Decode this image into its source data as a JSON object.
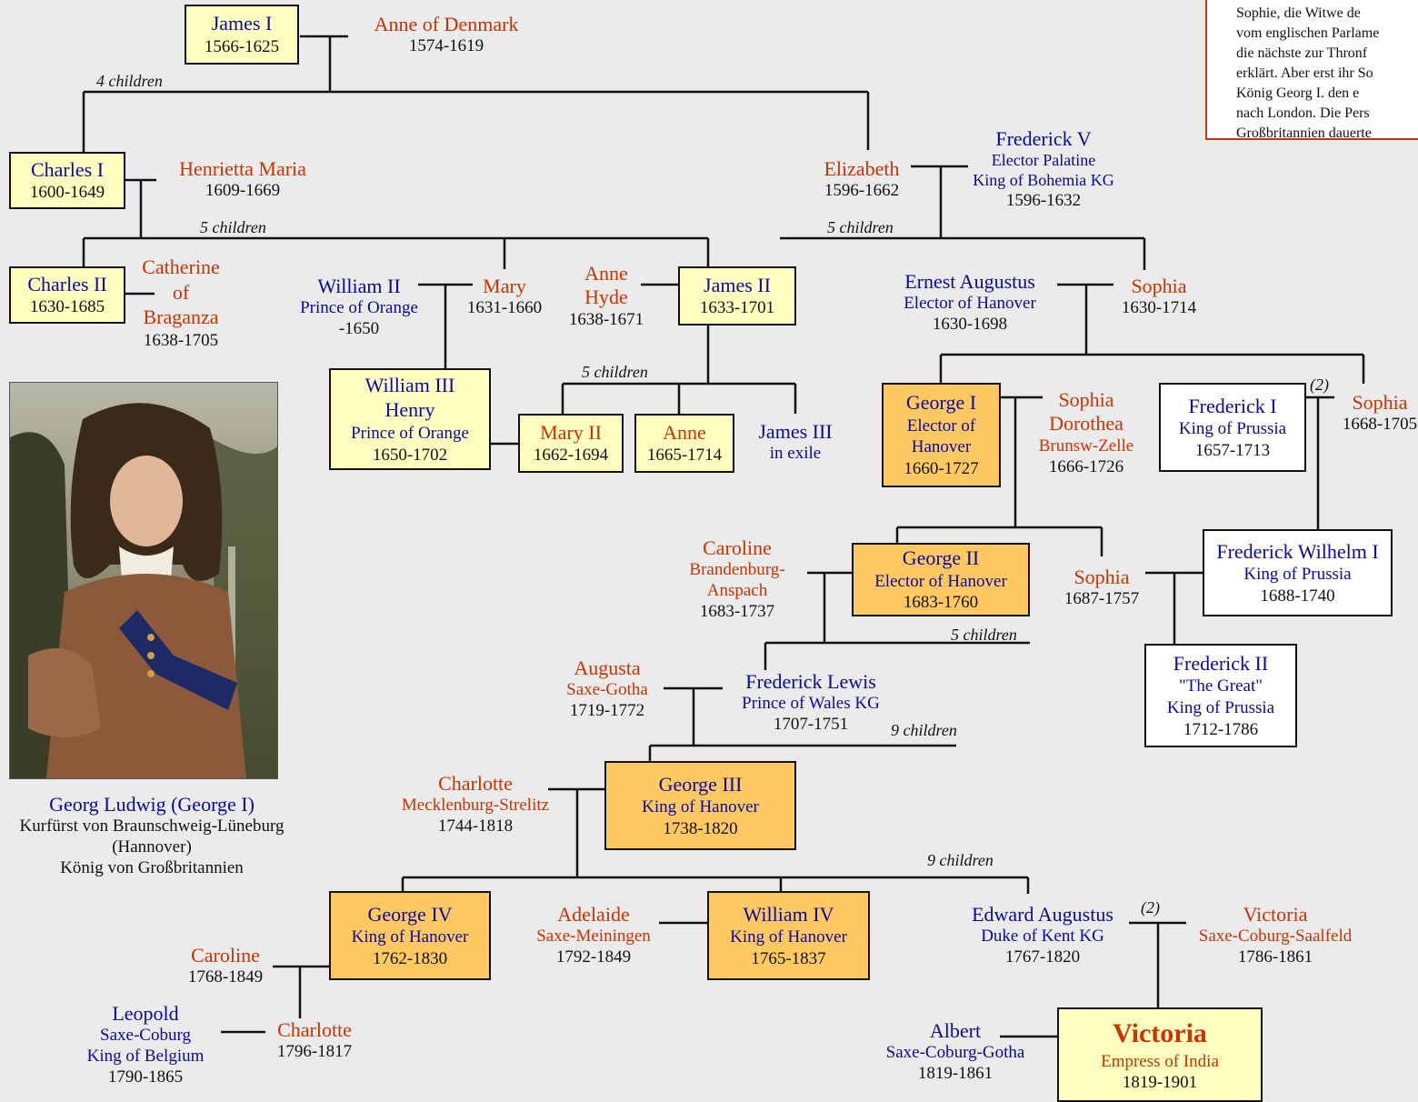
{
  "note": {
    "lines": [
      "Sophie, die Witwe de",
      "vom englischen Parlame",
      "die nächste zur Thronf",
      "erklärt. Aber erst ihr So",
      "König Georg I. den e",
      "nach London. Die Pers",
      "Großbritannien dauerte"
    ]
  },
  "people": {
    "james1": {
      "name": "James I",
      "dates": "1566-1625"
    },
    "anne_denmark": {
      "name": "Anne of Denmark",
      "dates": "1574-1619"
    },
    "charles1": {
      "name": "Charles I",
      "dates": "1600-1649"
    },
    "henrietta": {
      "name": "Henrietta Maria",
      "dates": "1609-1669"
    },
    "elizabeth": {
      "name": "Elizabeth",
      "dates": "1596-1662"
    },
    "frederick5": {
      "name": "Frederick V",
      "title1": "Elector Palatine",
      "title2": "King of Bohemia KG",
      "dates": "1596-1632"
    },
    "charles2": {
      "name": "Charles II",
      "dates": "1630-1685"
    },
    "catherine": {
      "l1": "Catherine",
      "l2": "of",
      "l3": "Braganza",
      "dates": "1638-1705"
    },
    "william2": {
      "name": "William II",
      "title": "Prince of Orange",
      "dates": "-1650"
    },
    "mary": {
      "name": "Mary",
      "dates": "1631-1660"
    },
    "anne_hyde": {
      "l1": "Anne",
      "l2": "Hyde",
      "dates": "1638-1671"
    },
    "james2": {
      "name": "James II",
      "dates": "1633-1701"
    },
    "ernest": {
      "name": "Ernest Augustus",
      "title": "Elector of Hanover",
      "dates": "1630-1698"
    },
    "sophia_h": {
      "name": "Sophia",
      "dates": "1630-1714"
    },
    "william3": {
      "l1": "William III",
      "l2": "Henry",
      "title": "Prince of Orange",
      "dates": "1650-1702"
    },
    "mary2": {
      "name": "Mary II",
      "dates": "1662-1694"
    },
    "anne": {
      "name": "Anne",
      "dates": "1665-1714"
    },
    "james3": {
      "name": "James III",
      "note": "in exile"
    },
    "george1": {
      "name": "George I",
      "title1": "Elector of",
      "title2": "Hanover",
      "dates": "1660-1727"
    },
    "sophia_dorothea": {
      "l1": "Sophia",
      "l2": "Dorothea",
      "title": "Brunsw-Zelle",
      "dates": "1666-1726"
    },
    "frederick1": {
      "name": "Frederick I",
      "title": "King of Prussia",
      "dates": "1657-1713"
    },
    "sophia_charlotte": {
      "name": "Sophia",
      "dates": "1668-1705"
    },
    "caroline_ba": {
      "name": "Caroline",
      "title1": "Brandenburg-",
      "title2": "Anspach",
      "dates": "1683-1737"
    },
    "george2": {
      "name": "George II",
      "title": "Elector of Hanover",
      "dates": "1683-1760"
    },
    "sophia_d": {
      "name": "Sophia",
      "dates": "1687-1757"
    },
    "fw1": {
      "name": "Frederick Wilhelm I",
      "title": "King of Prussia",
      "dates": "1688-1740"
    },
    "augusta": {
      "name": "Augusta",
      "title": "Saxe-Gotha",
      "dates": "1719-1772"
    },
    "fred_lewis": {
      "name": "Frederick Lewis",
      "title": "Prince of Wales KG",
      "dates": "1707-1751"
    },
    "fred2": {
      "name": "Frederick II",
      "nick": "\"The Great\"",
      "title": "King of Prussia",
      "dates": "1712-1786"
    },
    "charlotte_ms": {
      "name": "Charlotte",
      "title": "Mecklenburg-Strelitz",
      "dates": "1744-1818"
    },
    "george3": {
      "name": "George III",
      "title": "King of Hanover",
      "dates": "1738-1820"
    },
    "george4": {
      "name": "George IV",
      "title": "King of Hanover",
      "dates": "1762-1830"
    },
    "adelaide": {
      "name": "Adelaide",
      "title": "Saxe-Meiningen",
      "dates": "1792-1849"
    },
    "william4": {
      "name": "William IV",
      "title": "King of Hanover",
      "dates": "1765-1837"
    },
    "edward": {
      "name": "Edward Augustus",
      "title": "Duke of Kent KG",
      "dates": "1767-1820"
    },
    "victoria_sc": {
      "name": "Victoria",
      "title": "Saxe-Coburg-Saalfeld",
      "dates": "1786-1861"
    },
    "caroline_b": {
      "name": "Caroline",
      "dates": "1768-1849"
    },
    "charlotte": {
      "name": "Charlotte",
      "dates": "1796-1817"
    },
    "leopold": {
      "name": "Leopold",
      "title1": "Saxe-Coburg",
      "title2": "King of Belgium",
      "dates": "1790-1865"
    },
    "albert": {
      "name": "Albert",
      "title": "Saxe-Coburg-Gotha",
      "dates": "1819-1861"
    },
    "victoria": {
      "name": "Victoria",
      "title": "Empress of India",
      "dates": "1819-1901"
    }
  },
  "children_labels": {
    "c4": "4 children",
    "c5a": "5 children",
    "c5b": "5 children",
    "c5c": "5 children",
    "c5d": "5 children",
    "c9a": "9 children",
    "c9b": "9 children",
    "m2a": "(2)",
    "m2b": "(2)"
  },
  "portrait_caption": {
    "name": "Georg Ludwig  (George I)",
    "line1": "Kurfürst von Braunschweig-Lüneburg",
    "line2": "(Hannover)",
    "line3": "König von Großbritannien"
  },
  "colors": {
    "background": "#ebebeb",
    "crown_box": "#ffffc0",
    "hanover_box": "#ffc860",
    "blue_text": "#0a0aa0",
    "red_text": "#cc3300"
  }
}
